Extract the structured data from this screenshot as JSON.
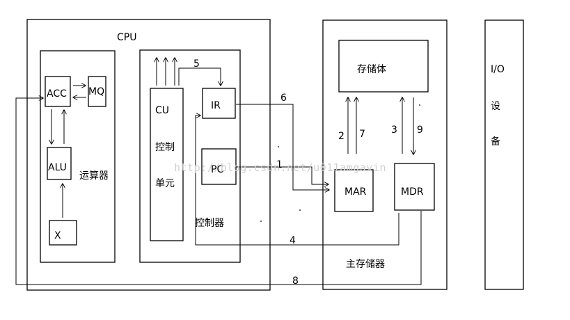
{
  "cpu": {
    "title": "CPU",
    "alu_section": {
      "label": "运算器",
      "acc": "ACC",
      "mq": "MQ",
      "alu": "ALU",
      "x": "X"
    },
    "controller": {
      "label": "控制器",
      "cu": [
        "CU",
        "控制",
        "单元"
      ],
      "ir": "IR",
      "pc": "PC"
    }
  },
  "memory": {
    "title": "主存储器",
    "storage": "存储体",
    "mar": "MAR",
    "mdr": "MDR"
  },
  "io": {
    "label": [
      "I/O",
      "设",
      "备"
    ]
  },
  "steps": {
    "s1": "1",
    "s2": "2",
    "s3": "3",
    "s4": "4",
    "s5": "5",
    "s6": "6",
    "s7": "7",
    "s8": "8",
    "s9": "9"
  },
  "watermark": "http://blog.csdn.net/u011amgavin"
}
